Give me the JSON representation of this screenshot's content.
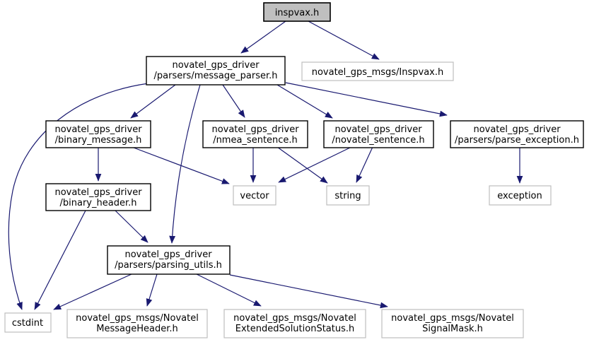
{
  "diagram": {
    "type": "include-dependency-graph",
    "root": "inspvax.h",
    "nodes": {
      "inspvax": {
        "kind": "focus",
        "line1": "inspvax.h"
      },
      "message_parser": {
        "kind": "internal",
        "line1": "novatel_gps_driver",
        "line2": "/parsers/message_parser.h"
      },
      "inspvax_msg": {
        "kind": "external",
        "line1": "novatel_gps_msgs/Inspvax.h"
      },
      "binary_message": {
        "kind": "internal",
        "line1": "novatel_gps_driver",
        "line2": "/binary_message.h"
      },
      "nmea_sentence": {
        "kind": "internal",
        "line1": "novatel_gps_driver",
        "line2": "/nmea_sentence.h"
      },
      "novatel_sentence": {
        "kind": "internal",
        "line1": "novatel_gps_driver",
        "line2": "/novatel_sentence.h"
      },
      "parse_exception": {
        "kind": "internal",
        "line1": "novatel_gps_driver",
        "line2": "/parsers/parse_exception.h"
      },
      "binary_header": {
        "kind": "internal",
        "line1": "novatel_gps_driver",
        "line2": "/binary_header.h"
      },
      "vector": {
        "kind": "external",
        "line1": "vector"
      },
      "string": {
        "kind": "external",
        "line1": "string"
      },
      "exception": {
        "kind": "external",
        "line1": "exception"
      },
      "parsing_utils": {
        "kind": "internal",
        "line1": "novatel_gps_driver",
        "line2": "/parsers/parsing_utils.h"
      },
      "cstdint": {
        "kind": "external",
        "line1": "cstdint"
      },
      "msg_header": {
        "kind": "external",
        "line1": "novatel_gps_msgs/Novatel",
        "line2": "MessageHeader.h"
      },
      "ext_status": {
        "kind": "external",
        "line1": "novatel_gps_msgs/Novatel",
        "line2": "ExtendedSolutionStatus.h"
      },
      "signal_mask": {
        "kind": "external",
        "line1": "novatel_gps_msgs/Novatel",
        "line2": "SignalMask.h"
      }
    },
    "edges": [
      "inspvax.h -> novatel_gps_driver/parsers/message_parser.h",
      "inspvax.h -> novatel_gps_msgs/Inspvax.h",
      "novatel_gps_driver/parsers/message_parser.h -> novatel_gps_driver/binary_message.h",
      "novatel_gps_driver/parsers/message_parser.h -> novatel_gps_driver/nmea_sentence.h",
      "novatel_gps_driver/parsers/message_parser.h -> novatel_gps_driver/novatel_sentence.h",
      "novatel_gps_driver/parsers/message_parser.h -> novatel_gps_driver/parsers/parse_exception.h",
      "novatel_gps_driver/parsers/message_parser.h -> novatel_gps_driver/parsers/parsing_utils.h",
      "novatel_gps_driver/parsers/message_parser.h -> cstdint",
      "novatel_gps_driver/binary_message.h -> novatel_gps_driver/binary_header.h",
      "novatel_gps_driver/binary_message.h -> vector",
      "novatel_gps_driver/nmea_sentence.h -> vector",
      "novatel_gps_driver/nmea_sentence.h -> string",
      "novatel_gps_driver/novatel_sentence.h -> vector",
      "novatel_gps_driver/novatel_sentence.h -> string",
      "novatel_gps_driver/parsers/parse_exception.h -> exception",
      "novatel_gps_driver/binary_header.h -> cstdint",
      "novatel_gps_driver/binary_header.h -> novatel_gps_driver/parsers/parsing_utils.h",
      "novatel_gps_driver/parsers/parsing_utils.h -> cstdint",
      "novatel_gps_driver/parsers/parsing_utils.h -> novatel_gps_msgs/NovatelMessageHeader.h",
      "novatel_gps_driver/parsers/parsing_utils.h -> novatel_gps_msgs/NovatelExtendedSolutionStatus.h",
      "novatel_gps_driver/parsers/parsing_utils.h -> novatel_gps_msgs/NovatelSignalMask.h"
    ]
  },
  "colors": {
    "edge": "#191970",
    "node_fill": "#ffffff",
    "focus_fill": "#bfbfbf",
    "internal_border": "#000000",
    "external_border": "#bebebe",
    "text": "#000000",
    "background": "#ffffff"
  }
}
